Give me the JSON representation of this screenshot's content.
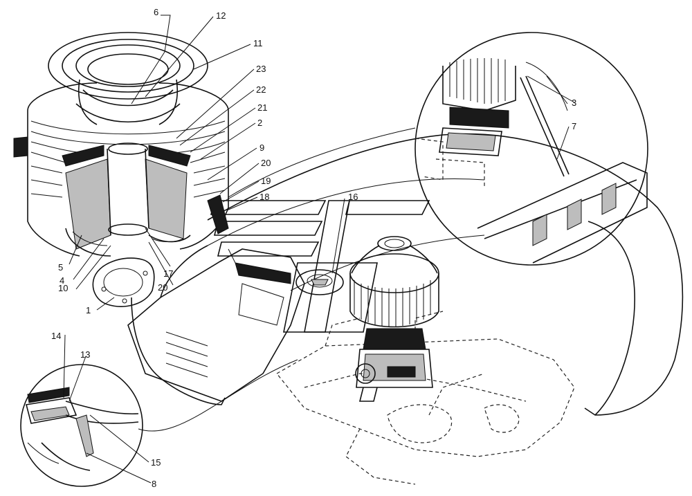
{
  "labels": [
    "1",
    "2",
    "3",
    "4",
    "5",
    "6",
    "7",
    "8",
    "9",
    "10",
    "11",
    "12",
    "13",
    "14",
    "15",
    "16",
    "17",
    "18",
    "19",
    "20",
    "20",
    "21",
    "22",
    "23"
  ],
  "colors": {
    "ink": "#111111",
    "paper": "#ffffff",
    "shade": "#bdbdbd"
  },
  "icons": [
    "air-filter-cutaway",
    "gasket",
    "detail-circle-top",
    "detail-circle-bottom",
    "engine-assembly",
    "hood-outline"
  ]
}
